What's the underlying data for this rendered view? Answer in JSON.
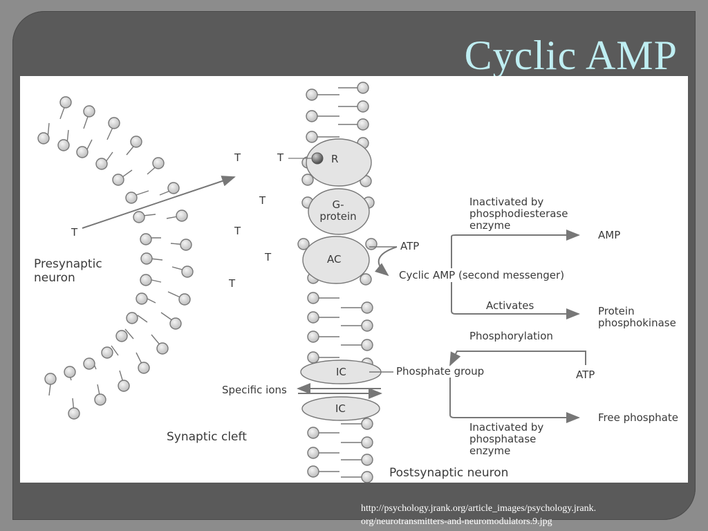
{
  "slide": {
    "title": "Cyclic AMP",
    "source_url": "http://psychology.jrank.org/article_images/psychology.jrank.\norg/neurotransmitters-and-neuromodulators.9.jpg"
  },
  "diagram": {
    "presynaptic_label": "Presynaptic\nneuron",
    "postsynaptic_label": "Postsynaptic neuron",
    "synaptic_cleft_label": "Synaptic cleft",
    "transmitter_symbol": "T",
    "receptor_label": "R",
    "g_protein_label": "G-\nprotein",
    "adenylate_cyclase_label": "AC",
    "ion_channel_label": "IC",
    "atp_label": "ATP",
    "cyclic_amp_label": "Cyclic AMP (second messenger)",
    "inactivated_pde_label": "Inactivated by\nphosphodiesterase\nenzyme",
    "amp_label": "AMP",
    "activates_label": "Activates",
    "protein_phosphokinase_label": "Protein\nphosphokinase",
    "phosphorylation_label": "Phosphorylation",
    "phosphate_group_label": "Phosphate group",
    "atp2_label": "ATP",
    "specific_ions_label": "Specific ions",
    "inactivated_phosphatase_label": "Inactivated by\nphosphatase\nenzyme",
    "free_phosphate_label": "Free phosphate"
  },
  "colors": {
    "frame": "#5a5a5a",
    "title": "#bfeef2",
    "line": "#7a7a7a",
    "bead": "#cfcfcf"
  }
}
